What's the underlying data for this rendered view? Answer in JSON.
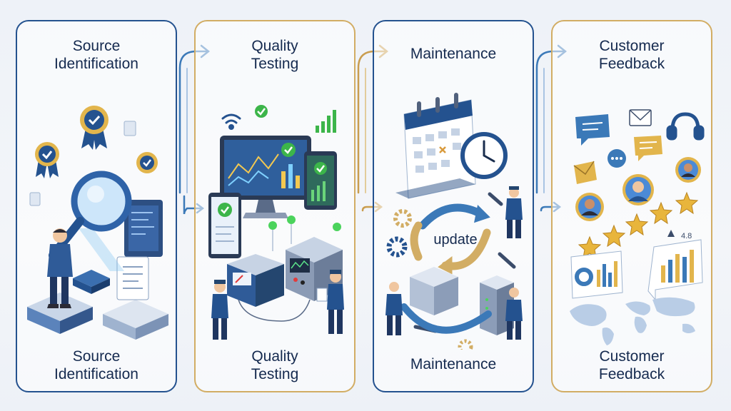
{
  "colors": {
    "blue": "#24528f",
    "gold": "#d2ad64",
    "text": "#152a4f",
    "check": "#3cb54a"
  },
  "stages": [
    {
      "title": "Source\nIdentification",
      "footer": "Source\nIdentification"
    },
    {
      "title": "Quality\nTesting",
      "footer": "Quality\nTesting"
    },
    {
      "title": "Maintenance",
      "footer": "Maintenance",
      "cycle_label": "update"
    },
    {
      "title": "Customer\nFeedback",
      "footer": "Customer\nFeedback",
      "rating_label": "4.8"
    }
  ],
  "icons": [
    "magnifier-icon",
    "award-badge-icon",
    "document-icon",
    "server-icon",
    "monitor-icon",
    "tablet-icon",
    "wifi-icon",
    "check-icon",
    "multimeter-icon",
    "calendar-icon",
    "clock-icon",
    "gear-icon",
    "wrench-icon",
    "cycle-arrows-icon",
    "chat-bubble-icon",
    "email-icon",
    "headset-icon",
    "star-icon",
    "world-map-icon",
    "bar-chart-icon"
  ]
}
